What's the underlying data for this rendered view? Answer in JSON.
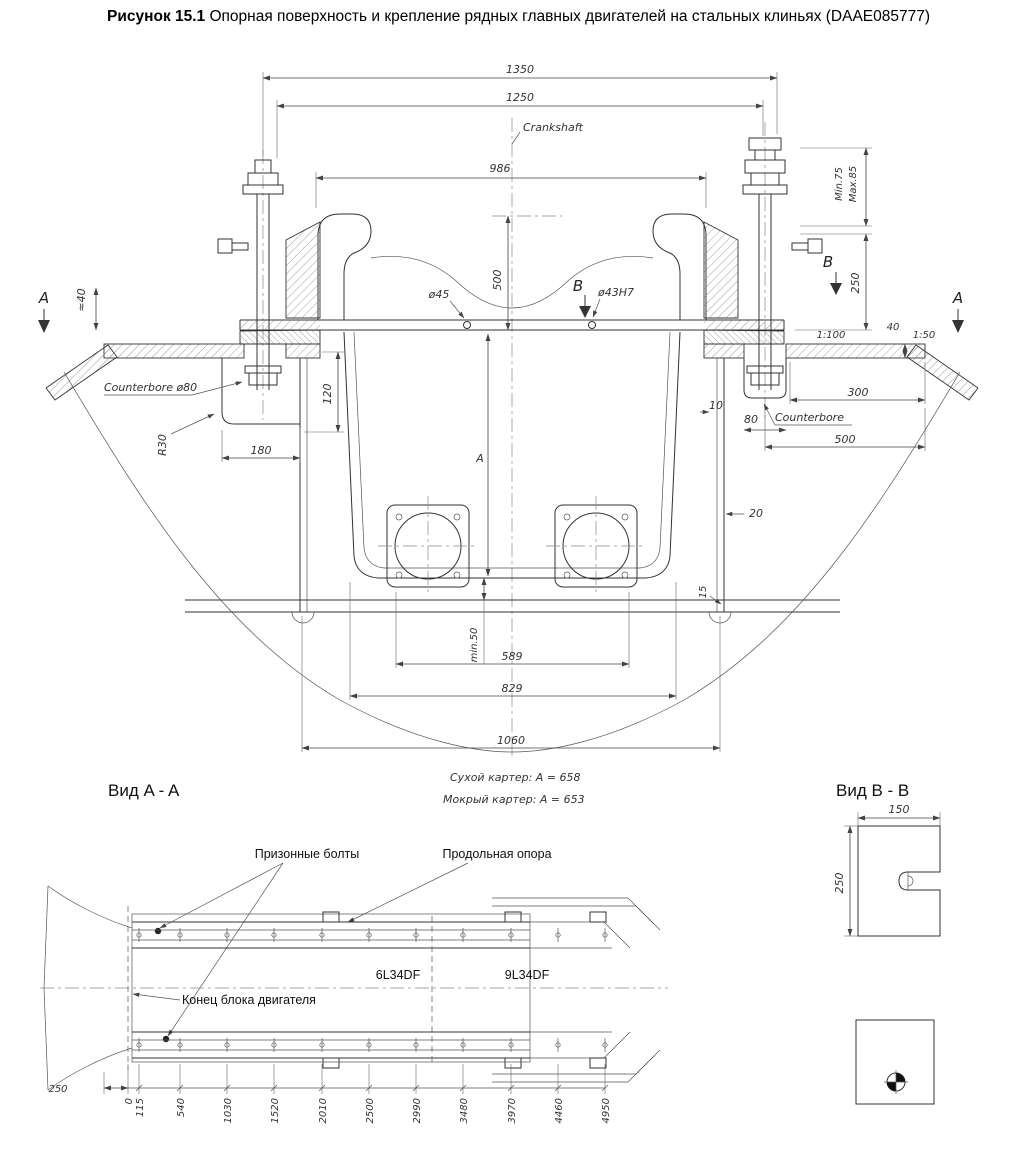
{
  "title": {
    "label": "Рисунок 15.1",
    "text": "Опорная поверхность и крепление рядных главных двигателей на стальных клиньях",
    "code": "(DAAE085777)"
  },
  "main_view": {
    "crankshaft": "Crankshaft",
    "dim_1350": "1350",
    "dim_1250": "1250",
    "dim_986": "986",
    "dim_500_v": "500",
    "dim_min75": "Min.75",
    "dim_max85": "Max.85",
    "dim_250": "250",
    "dim_d45": "ø45",
    "dim_d43h7": "ø43H7",
    "dim_approx40": "≈40",
    "slope_1_100": "1:100",
    "slope_1_50": "1:50",
    "dim_40": "40",
    "counterbore_d80": "Counterbore ø80",
    "dim_120": "120",
    "dim_10": "10",
    "dim_80": "80",
    "counterbore": "Counterbore",
    "dim_300": "300",
    "dim_500_r": "500",
    "dim_r30": "R30",
    "dim_180": "180",
    "dim_a": "A",
    "dim_20": "20",
    "dim_15": "15",
    "dim_min50": "min.50",
    "dim_589": "589",
    "dim_829": "829",
    "dim_1060": "1060",
    "marker_a": "A",
    "marker_b": "B"
  },
  "notes": {
    "dry": "Сухой картер:  A = 658",
    "wet": "Мокрый картер:  A = 653"
  },
  "view_aa": {
    "title": "Вид A - A",
    "fitted_bolts": "Призонные болты",
    "longitudinal_support": "Продольная опора",
    "engine_6": "6L34DF",
    "engine_9": "9L34DF",
    "block_end": "Конец блока двигателя",
    "dim_250": "250",
    "ticks": [
      "0",
      "115",
      "540",
      "1030",
      "1520",
      "2010",
      "2500",
      "2990",
      "3480",
      "3970",
      "4460",
      "4950"
    ]
  },
  "view_bb": {
    "title": "Вид B - B",
    "dim_150": "150",
    "dim_250": "250"
  }
}
